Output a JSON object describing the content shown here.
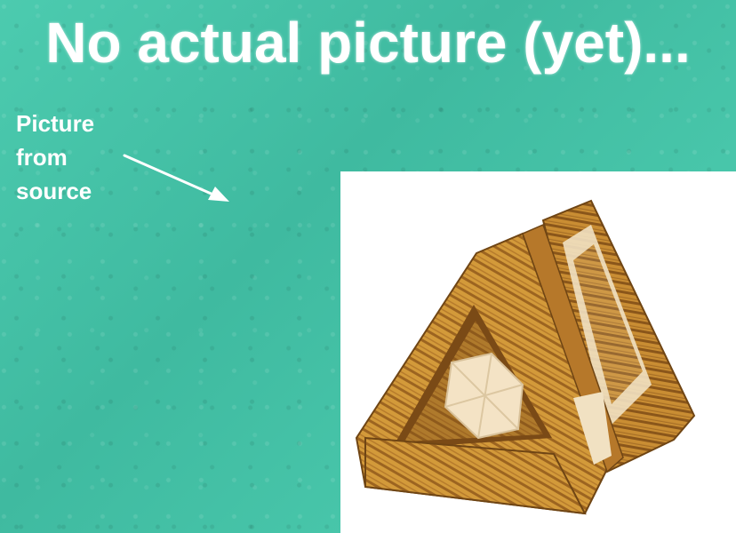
{
  "slide": {
    "title": "No actual picture (yet)...",
    "caption_lines": [
      "Picture",
      "from",
      "source"
    ]
  },
  "icons": {
    "pointer": "arrow-right-down-icon",
    "puzzle": "wooden-triangle-puzzle-image"
  },
  "colors": {
    "background": "#47c3a7",
    "text": "#ffffff",
    "picture_panel": "#ffffff",
    "wood_light": "#d9a441",
    "wood_dark": "#8a5a1c",
    "insert": "#f3e2c4"
  }
}
